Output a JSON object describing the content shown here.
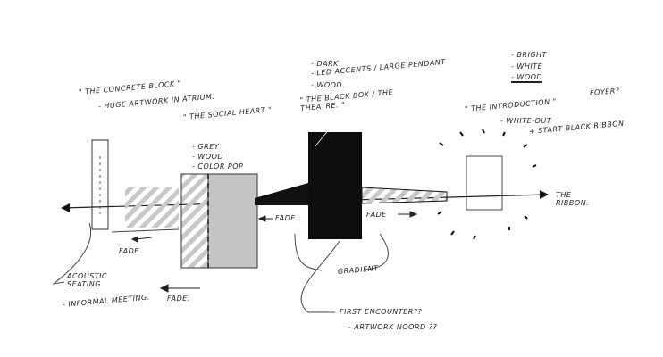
{
  "labels": {
    "concrete_block": "\" The concrete block \"",
    "huge_artwork": "- Huge artwork in atrium.",
    "social_heart": "\" The social heart \"",
    "social_list": [
      "- Grey",
      "- Wood",
      "- Color pop"
    ],
    "black_list": [
      "- Dark",
      "- LED accents / large pendant",
      "- Wood."
    ],
    "black_box": "\" The black box / the theatre. \"",
    "bright_list": [
      "- Bright",
      "- White",
      "- Wood"
    ],
    "introduction": "\" The introduction \"",
    "foyer": "Foyer?",
    "white_out": "- White-out",
    "start_ribbon": "+ start black ribbon.",
    "the_ribbon": "The ribbon.",
    "fade_1": "Fade",
    "fade_2": "Fade.",
    "fade_3": "Fade",
    "fade_4": "Fade",
    "gradient": "Gradient",
    "acoustic": "Acoustic seating",
    "informal": "- Informal meeting.",
    "first_encounter": "First encounter??",
    "artwork_noord": "- Artwork noord ??"
  }
}
